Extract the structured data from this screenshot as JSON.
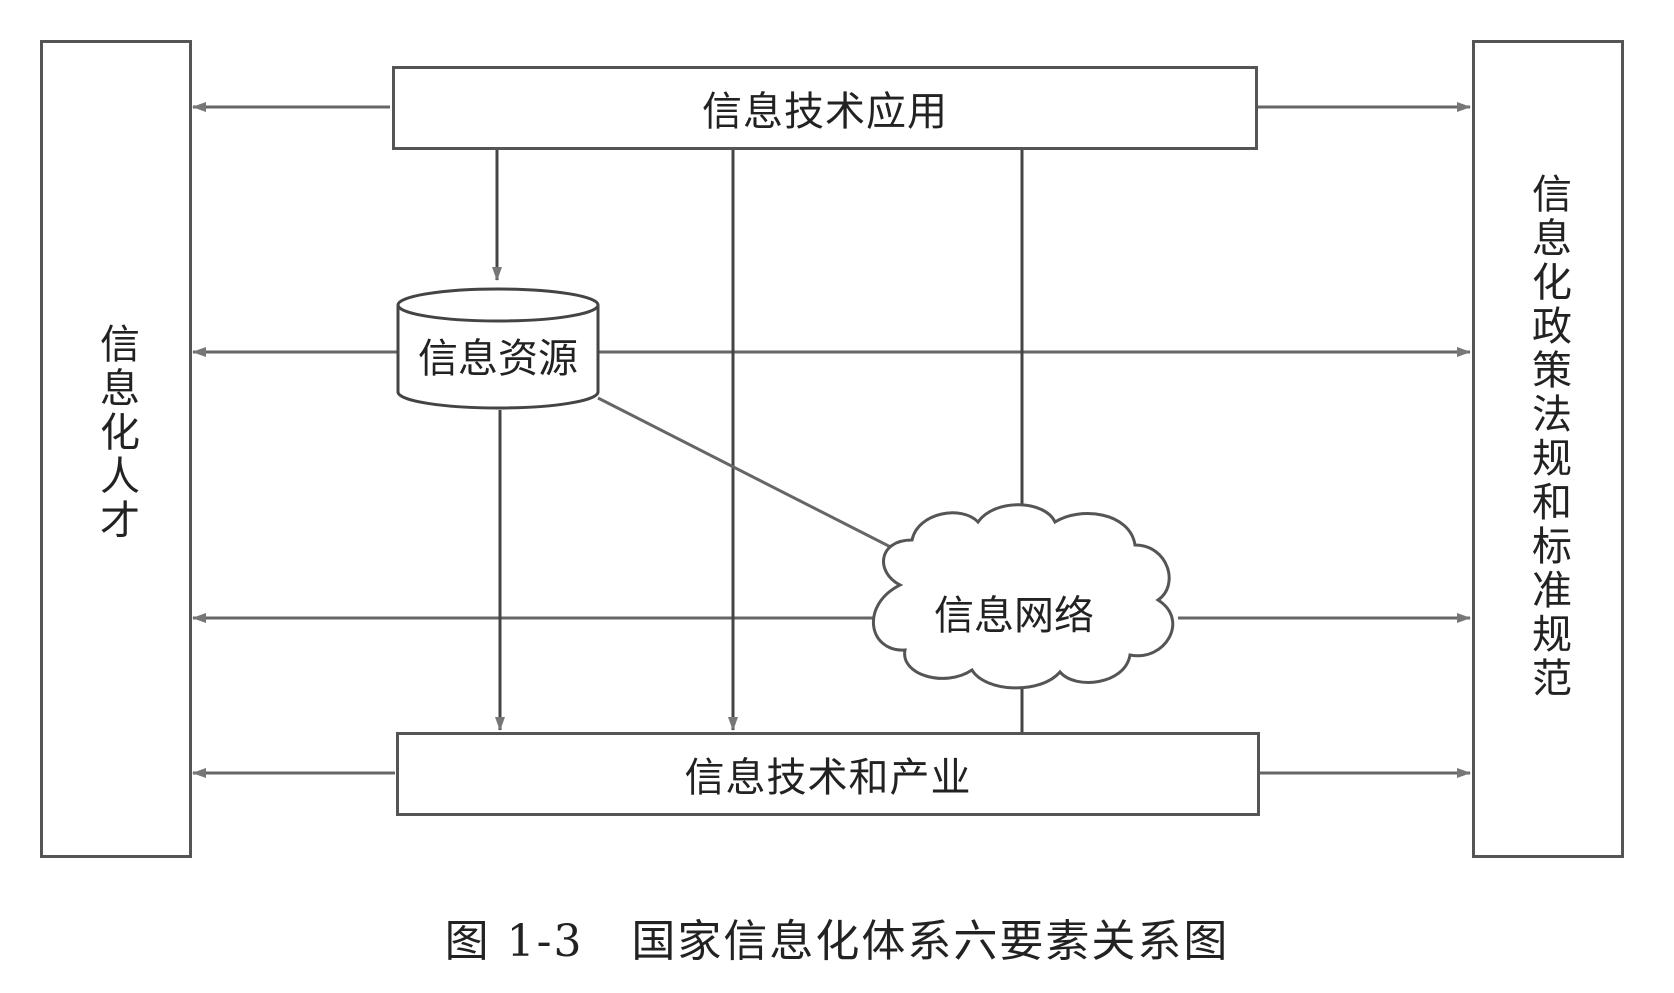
{
  "nodes": {
    "tech_application": "信息技术应用",
    "info_resources": "信息资源",
    "info_network": "信息网络",
    "tech_industry": "信息技术和产业",
    "talent": "信息化人才",
    "policy": "信息化政策法规和标准规范"
  },
  "caption": "图 1-3   国家信息化体系六要素关系图",
  "colors": {
    "line": "#555555",
    "text": "#222222"
  }
}
